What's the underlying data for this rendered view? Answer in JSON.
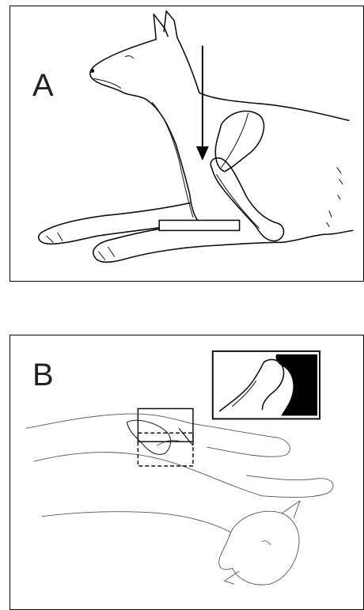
{
  "figure": {
    "panels": [
      {
        "id": "A",
        "label": "A"
      },
      {
        "id": "B",
        "label": "B"
      }
    ]
  }
}
